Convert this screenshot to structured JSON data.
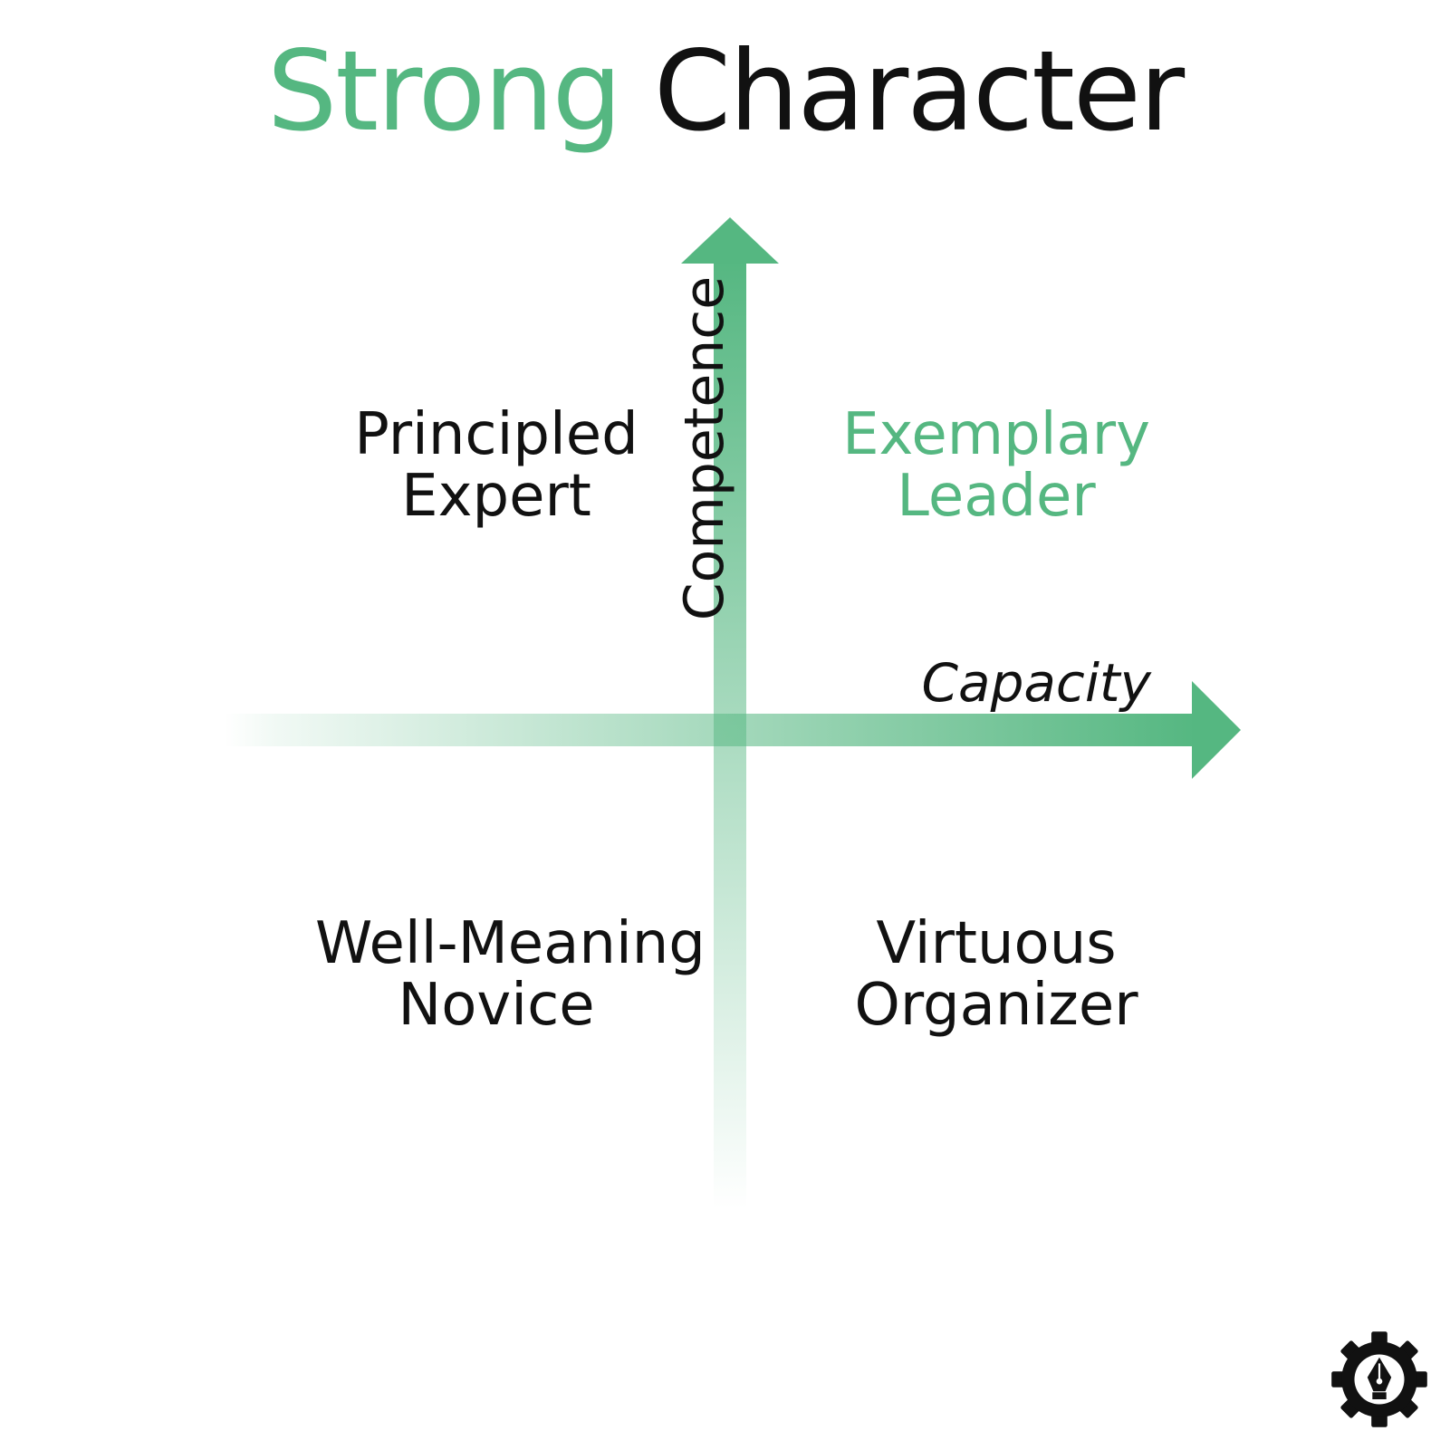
{
  "title": {
    "accent": "Strong",
    "rest": "Character"
  },
  "axes": {
    "vertical": "Competence",
    "horizontal": "Capacity"
  },
  "quadrants": {
    "top_left": [
      "Principled",
      "Expert"
    ],
    "top_right": [
      "Exemplary",
      "Leader"
    ],
    "bottom_left": [
      "Well-Meaning",
      "Novice"
    ],
    "bottom_right": [
      "Virtuous",
      "Organizer"
    ]
  },
  "colors": {
    "accent": "#55b781",
    "text": "#111111"
  },
  "icons": {
    "logo": "gear-pen-nib-icon"
  }
}
